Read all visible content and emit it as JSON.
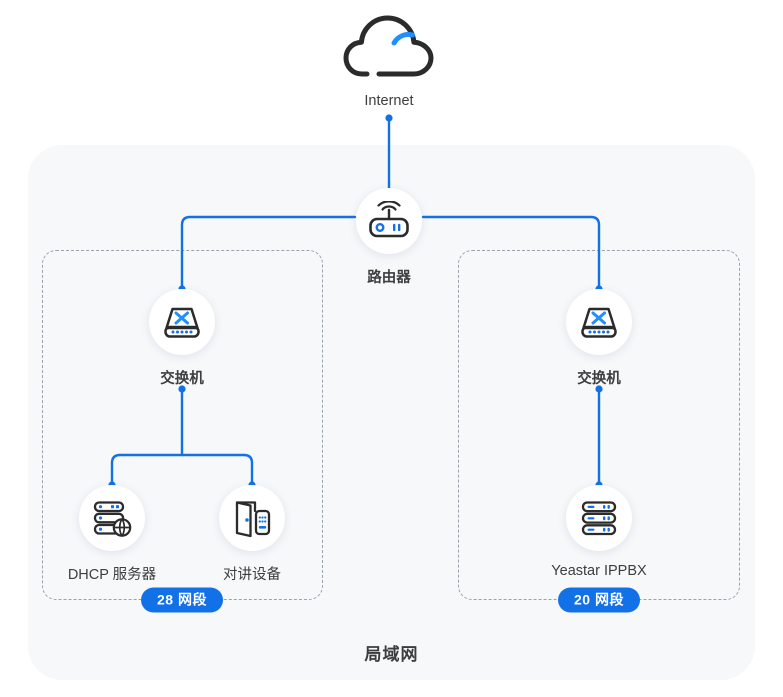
{
  "diagram": {
    "title_bottom": "局域网",
    "colors": {
      "accent_blue": "#1371e8",
      "icon_dark": "#2b2b2b",
      "lan_fill": "#f6f8fa",
      "dashed_border": "#9aa2ad",
      "text": "#3e3e3e"
    },
    "internet": {
      "label": "Internet",
      "icon": "cloud-icon"
    },
    "router": {
      "label": "路由器",
      "icon": "router-icon"
    },
    "segments": [
      {
        "id": "left",
        "badge": "28 网段",
        "switch": {
          "label": "交换机",
          "icon": "network-switch-icon"
        },
        "devices": [
          {
            "label": "DHCP 服务器",
            "icon": "dhcp-server-icon"
          },
          {
            "label": "对讲设备",
            "icon": "intercom-device-icon"
          }
        ]
      },
      {
        "id": "right",
        "badge": "20 网段",
        "switch": {
          "label": "交换机",
          "icon": "network-switch-icon"
        },
        "devices": [
          {
            "label": "Yeastar IPPBX",
            "icon": "ippbx-server-icon"
          }
        ]
      }
    ]
  }
}
